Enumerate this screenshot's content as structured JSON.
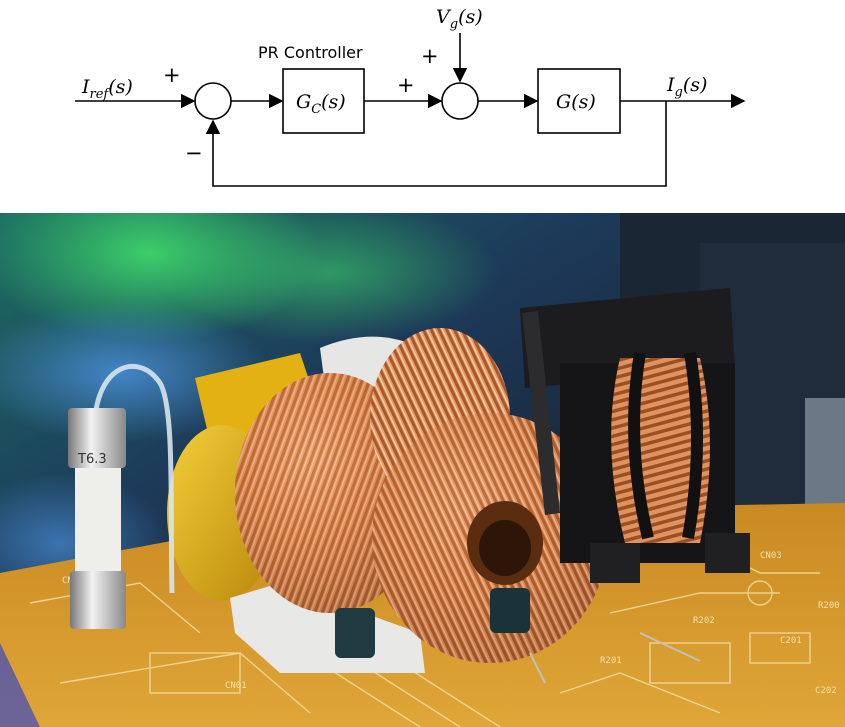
{
  "diagram": {
    "input_symbol": "I",
    "input_sub": "ref",
    "input_arg": "(s)",
    "controller_title": "PR Controller",
    "controller_symbol": "G",
    "controller_sub": "C",
    "controller_arg": "(s)",
    "disturbance_symbol": "V",
    "disturbance_sub": "g",
    "disturbance_arg": "(s)",
    "plant_symbol": "G",
    "plant_arg": "(s)",
    "output_symbol": "I",
    "output_sub": "g",
    "output_arg": "(s)",
    "sum1_input_sign": "+",
    "sum1_feedback_sign": "−",
    "sum2_input_sign": "+",
    "sum2_disturbance_sign": "+"
  },
  "photo": {
    "fuse_marking": "T6.3",
    "pcb_labels": [
      "CN01",
      "CN02",
      "CN03",
      "R202",
      "R201",
      "C201",
      "R200",
      "C202"
    ],
    "colors": {
      "pcb": "#d79a2a",
      "copper": "#c8713a",
      "bobbin_white": "#e8e8e6",
      "bobbin_black": "#1c1c1e",
      "capacitor_yellow": "#e2b10e"
    }
  }
}
